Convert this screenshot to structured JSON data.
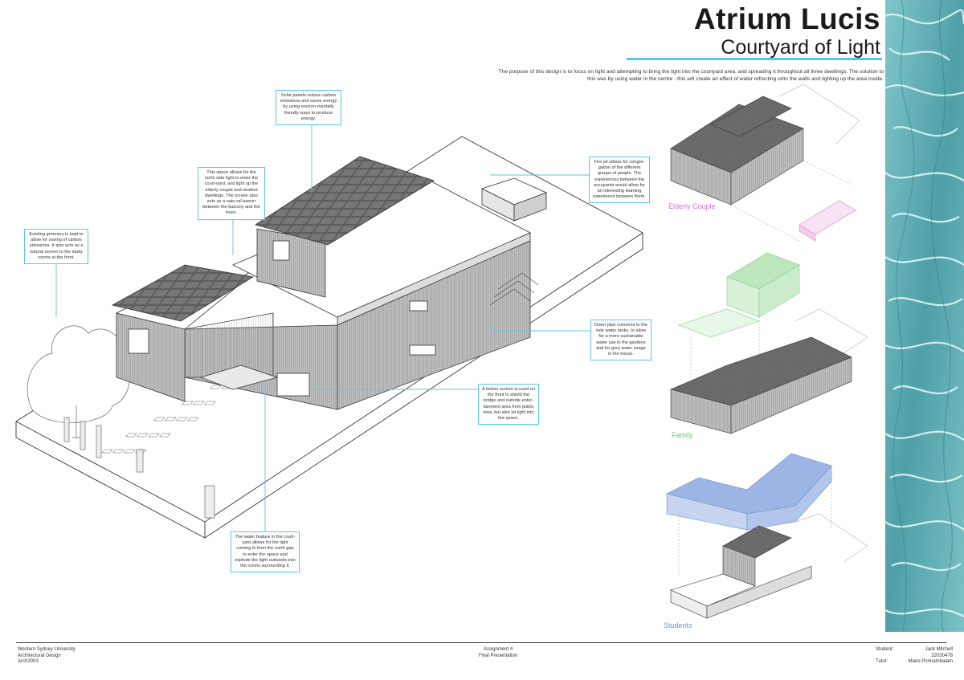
{
  "title": {
    "main": "Atrium Lucis",
    "sub": "Courtyard of Light"
  },
  "intro": "The purpose of this design is to focus on light and attempting to bring the light into the courtyard area, and spreading it throughout all three dwellings. The solution to this was by using water in the centre - this will create an effect of water refrecting onto the walls and lighting up the area inside.",
  "callouts": {
    "solar": "Solar panels reduce carbon emissions and saves energy by using environ-mentally friendly ways to produce energy.",
    "north_light": "This space allows for the north side light to enter the court-yard, and light up the elderly couple and student dwellings. The screen also acts as a natu-ral barrier between the balcony and the trees.",
    "greenery": "Existing greenery is kept to allow for saving of carbon emissions. It also acts as a natural screen to the study rooms at the front.",
    "fire_pit": "Fire pit allows for congre-gation of the different groups of people. The experiences between the occupants would allow for an interesting learning experience between them.",
    "down_pipe": "Down pipe connects to the side water tanks, to allow for a more sustainable water use in the gardens and for grey water usage in the house.",
    "timber_screen": "A timber screen is used on the front to shield the bridge and outside enter-tainment area from public view, but also let light into the space.",
    "water_feature": "The water feature in the court-yard allows for the light coming in from the north gap to enter the space and explode the light outwards into the rooms surrounding it."
  },
  "axo_labels": {
    "elderly": "Elderly Couple",
    "family": "Family",
    "students": "Students"
  },
  "colors": {
    "accent": "#5bc6e6",
    "elderly": "#e07fd0",
    "family": "#7fcf7f",
    "students": "#6d8fd0"
  },
  "footer": {
    "university": "Western Sydney University",
    "course": "Architectural Design",
    "unit": "Arch2003",
    "assignment": "Assignment 4",
    "presentation": "Final Presentation",
    "student_label": "Student:",
    "tutor_label": "Tutor:",
    "student_name": "Jack Mitchell",
    "student_id": "22030478",
    "tutor_name": "Mano Ponnambalam"
  }
}
